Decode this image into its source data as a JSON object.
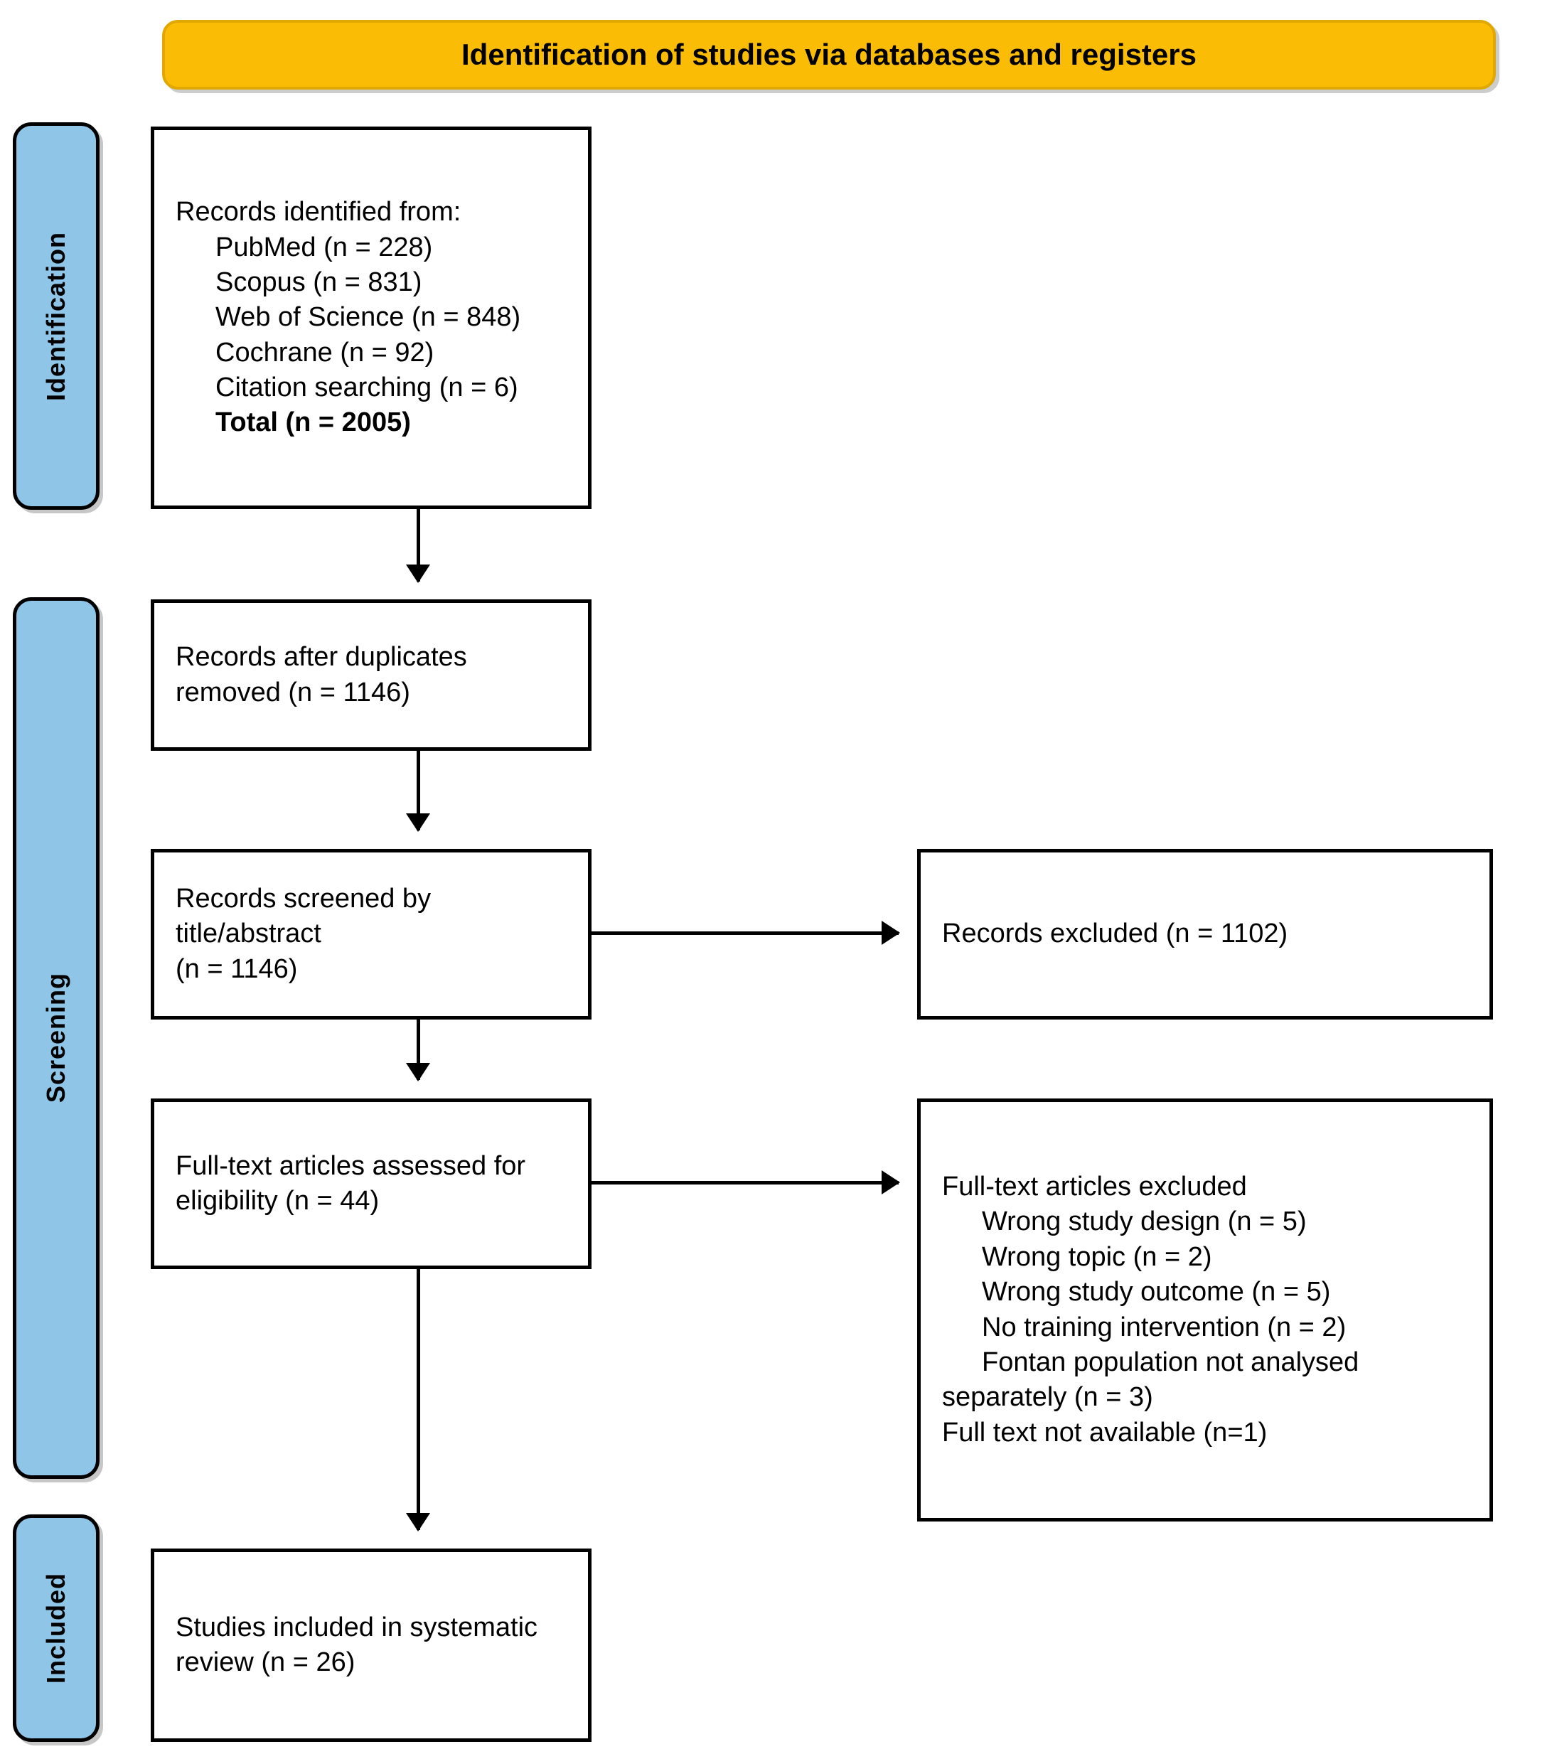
{
  "banner": {
    "title": "Identification of studies via databases and registers"
  },
  "stages": [
    {
      "label": "Identification"
    },
    {
      "label": "Screening"
    },
    {
      "label": "Included"
    }
  ],
  "boxes": {
    "identified": {
      "lines": [
        "Records identified from:",
        "PubMed (n = 228)",
        "Scopus (n = 831)",
        "Web of Science (n = 848)",
        "Cochrane (n = 92)",
        "Citation searching (n = 6)",
        "Total (n = 2005)"
      ]
    },
    "duplicates": {
      "lines": [
        "Records after duplicates",
        "removed (n = 1146)"
      ]
    },
    "screened": {
      "lines": [
        "Records screened by",
        "title/abstract",
        "(n = 1146)"
      ]
    },
    "excluded": {
      "lines": [
        "Records excluded (n = 1102)"
      ]
    },
    "fulltext": {
      "lines": [
        "Full-text articles assessed for",
        "eligibility (n = 44)"
      ]
    },
    "fulltext_excluded": {
      "lines": [
        "Full-text articles excluded",
        "Wrong study design (n = 5)",
        "Wrong topic (n = 2)",
        "Wrong study outcome (n = 5)",
        "No training intervention (n = 2)",
        "Fontan population not analysed",
        "separately (n = 3)",
        "Full text not available (n=1)"
      ]
    },
    "included": {
      "lines": [
        "Studies included in systematic",
        "review (n = 26)"
      ]
    }
  },
  "colors": {
    "banner_fill": "#FABC05",
    "stage_fill": "#8FC5E6",
    "box_border": "#000000",
    "box_fill": "#FFFFFF",
    "text": "#000000"
  },
  "arrows": [
    {
      "name": "identified-to-duplicates",
      "direction": "down"
    },
    {
      "name": "duplicates-to-screened",
      "direction": "down"
    },
    {
      "name": "screened-to-fulltext",
      "direction": "down"
    },
    {
      "name": "fulltext-to-included",
      "direction": "down"
    },
    {
      "name": "screened-to-excluded",
      "direction": "right"
    },
    {
      "name": "fulltext-to-fulltext-excluded",
      "direction": "right"
    }
  ]
}
